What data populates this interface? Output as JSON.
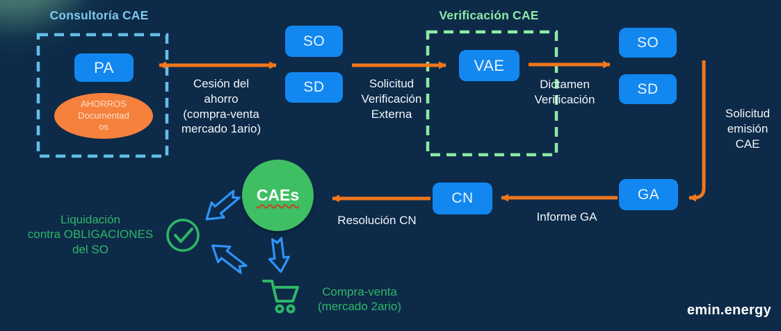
{
  "consultoria": {
    "title": "Consultoría CAE",
    "pa_node": "PA",
    "ahorros_ellipse": "AHORROS\nDocumentad\nos"
  },
  "verificacion": {
    "title": "Verificación CAE",
    "vae_node": "VAE"
  },
  "nodes": {
    "so_left": "SO",
    "sd_left": "SD",
    "so_right": "SO",
    "sd_right": "SD",
    "ga": "GA",
    "cn": "CN",
    "caes": "CAEs"
  },
  "flow_labels": {
    "cesion": "Cesión del\nahorro\n(compra-venta\nmercado 1ario)",
    "solicitud_verificacion": "Solicitud\nVerificación\nExterna",
    "dictamen": "Dictamen\nVerificación",
    "solicitud_emision": "Solicitud\nemisión\nCAE",
    "informe_ga": "Informe GA",
    "resolucion_cn": "Resolución CN",
    "liquidacion": "Liquidación\ncontra OBLIGACIONES\ndel SO",
    "compra_venta": "Compra-venta\n(mercado 2ario)"
  },
  "footer": {
    "logo": "emin.energy"
  },
  "icons": {
    "check_icon": "check-circle-icon",
    "cart_icon": "shopping-cart-icon",
    "blue_arrows": "hand-drawn-block-arrows"
  },
  "colors": {
    "background": "#0d2a48",
    "node_blue": "#1287f0",
    "arrow_orange": "#f0771c",
    "ellipse_orange": "#f5813c",
    "dashed_cyan": "#62c0e8",
    "dashed_mint": "#8deaa6",
    "title_cyan": "#7ec8ec",
    "green_text": "#2fb768",
    "caes_circle_green": "#3fbf63",
    "block_arrow_blue": "#2e94f7",
    "caes_underline_red": "#cc4125"
  }
}
